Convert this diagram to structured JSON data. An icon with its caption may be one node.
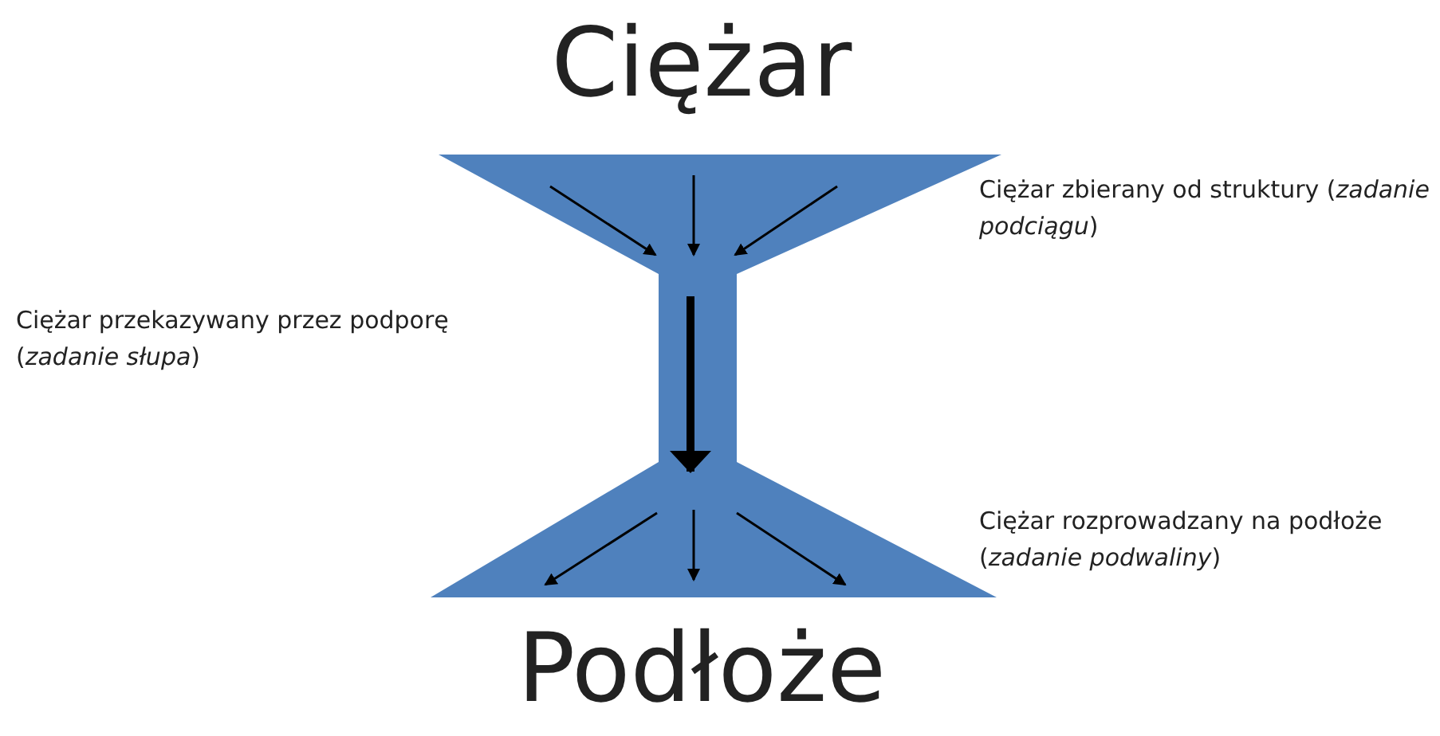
{
  "diagram": {
    "labels": [
      "Ciężar",
      "Ciężar zbierany od struktury (*zadanie podciągu*)",
      "Ciężar przekazywany przez podporę (*zadanie słupa*)",
      "Ciężar rozprowadzany na podłoże (*zadanie podwaliny*)",
      "Podłoże"
    ]
  }
}
